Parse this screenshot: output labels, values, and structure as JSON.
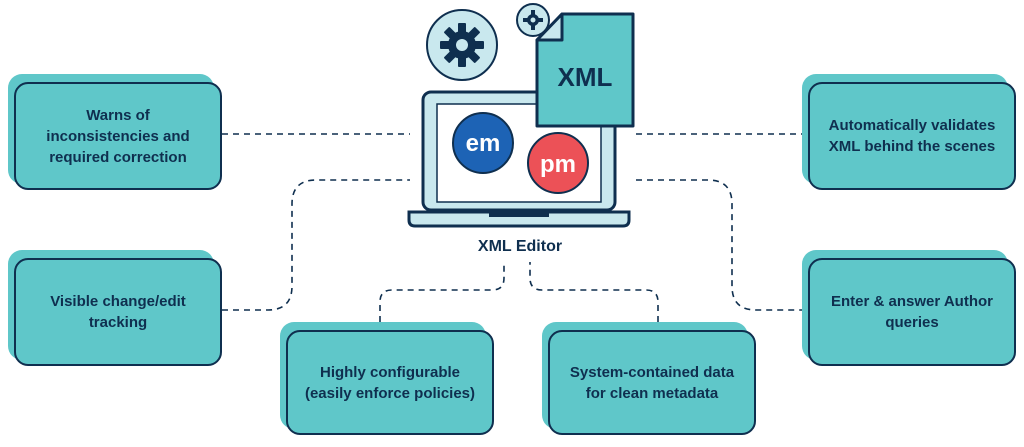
{
  "diagram": {
    "center_label": "XML Editor",
    "file_label": "XML",
    "badges": {
      "em": "em",
      "pm": "pm"
    },
    "features": [
      "Warns of inconsistencies and required correction",
      "Visible change/edit tracking",
      "Highly configurable (easily enforce policies)",
      "System-contained data for clean metadata",
      "Automatically validates XML behind the scenes",
      "Enter & answer Author queries"
    ]
  },
  "colors": {
    "teal": "#5fc7c9",
    "navy": "#0f2f4f",
    "em_blue": "#1d63b5",
    "pm_red": "#ec5157",
    "gear_bg": "#c9e8ee"
  }
}
